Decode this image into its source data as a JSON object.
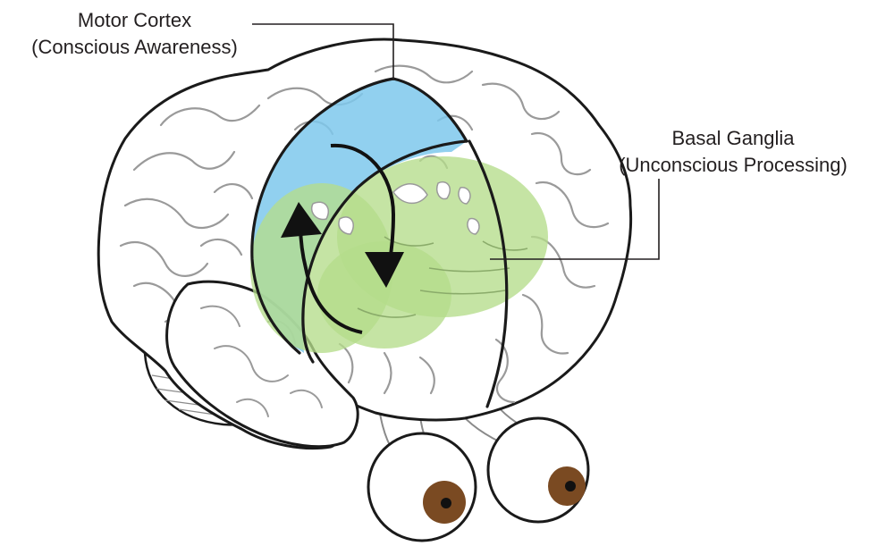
{
  "labels": {
    "motor_cortex": {
      "name": "Motor Cortex",
      "description": "(Conscious Awareness)"
    },
    "basal_ganglia": {
      "name": "Basal Ganglia",
      "description": "(Unconscious Processing)"
    }
  },
  "colors": {
    "motor_cortex_fill": "#7ec8ec",
    "basal_ganglia_fill": "#b5dc8a",
    "outline": "#1a1a1a",
    "gyri_lines": "#9a9a9a",
    "eye_iris": "#7a4a22",
    "eye_pupil": "#111111"
  },
  "icons": {
    "loop": "circular-arrow-loop-icon",
    "brain": "brain-illustration",
    "eyes": "eyeballs-illustration"
  }
}
